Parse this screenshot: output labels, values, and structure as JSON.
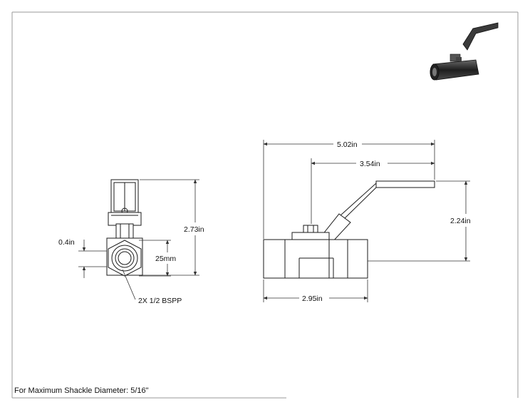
{
  "drawing": {
    "front_view": {
      "height_label": "2.73in",
      "port_offset_label": "0.4in",
      "port_size_label": "25mm",
      "thread_callout": "2X 1/2 BSPP"
    },
    "side_view": {
      "overall_length_label": "5.02in",
      "handle_length_label": "3.54in",
      "height_label": "2.24in",
      "body_length_label": "2.95in"
    },
    "footer_note": "For Maximum Shackle Diameter: 5/16\""
  },
  "colors": {
    "line": "#1a1a1a",
    "dim_line": "#333333",
    "border": "#9a9a9a",
    "body_dark": "#2b2b2b"
  }
}
